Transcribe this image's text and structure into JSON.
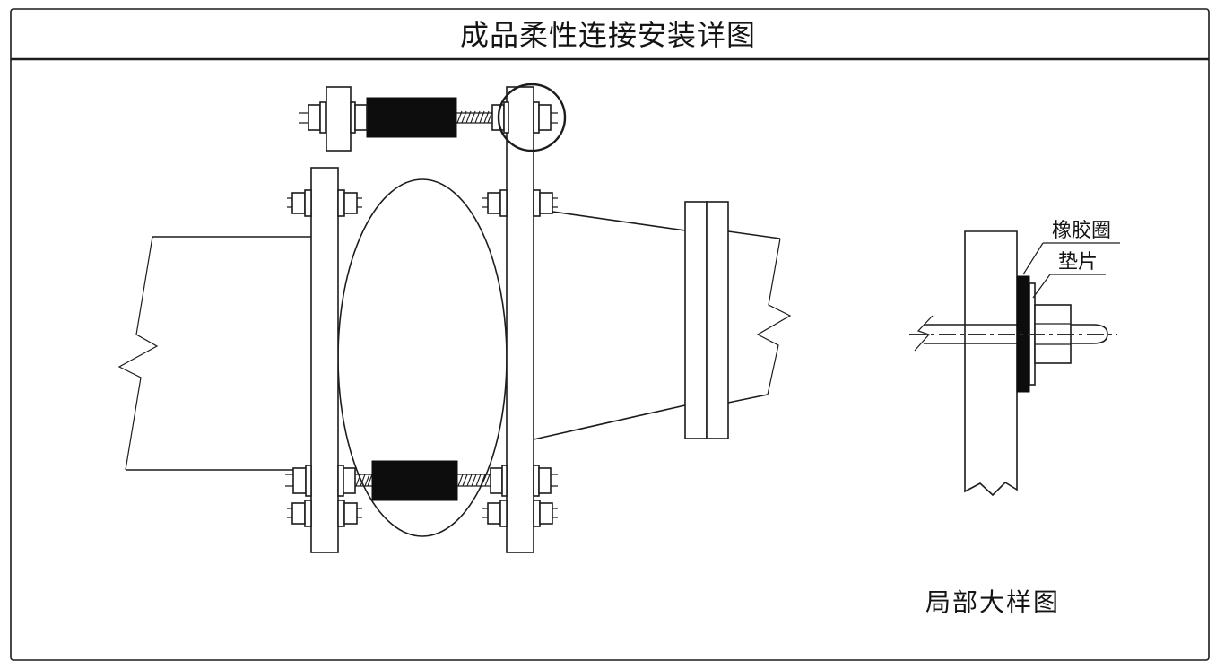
{
  "title": "成品柔性连接安装详图",
  "detail_view": {
    "labels": {
      "rubber_ring": "橡胶圈",
      "gasket": "垫片"
    },
    "caption": "局部大样图"
  },
  "colors": {
    "line": "#1c1c1c",
    "rubber_fill": "#0d0d0d",
    "paper": "#ffffff"
  }
}
